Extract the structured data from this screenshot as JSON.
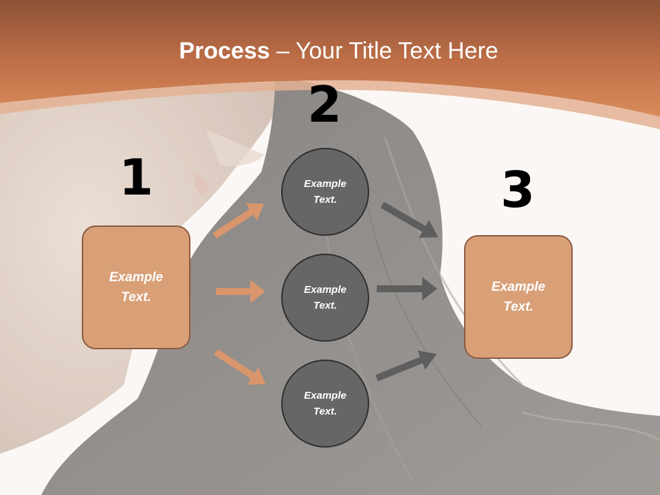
{
  "slide": {
    "title_bold": "Process",
    "title_rest": " – Your Title Text Here"
  },
  "steps": {
    "step1": {
      "number": "1",
      "label": "Example Text."
    },
    "step2": {
      "number": "2",
      "items": [
        "Example Text.",
        "Example Text.",
        "Example Text."
      ]
    },
    "step3": {
      "number": "3",
      "label": "Example Text."
    }
  },
  "colors": {
    "header": "#c97a4e",
    "box_fill": "#d9a078",
    "circle_fill": "#666666",
    "orange_arrow": "#d9956c",
    "gray_arrow": "#5e5e5e"
  }
}
